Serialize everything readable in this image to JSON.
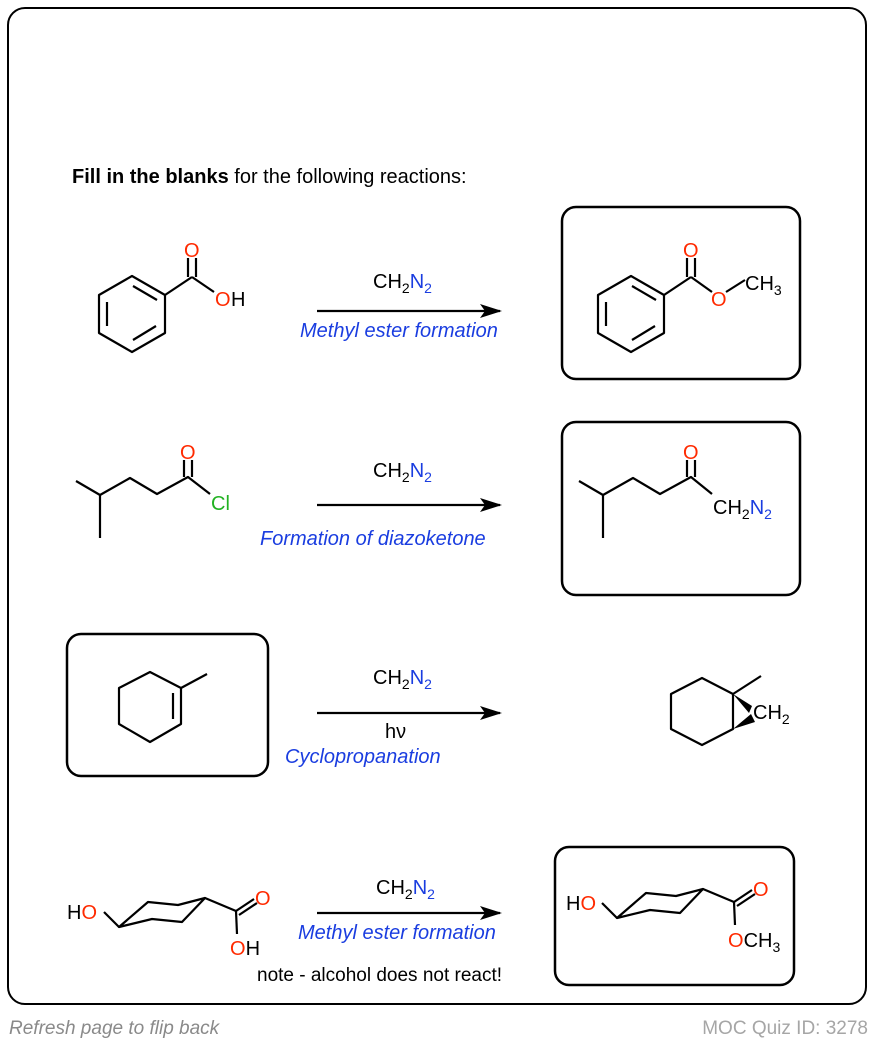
{
  "title": {
    "bold": "Fill in the blanks",
    "rest": " for the following reactions:"
  },
  "colors": {
    "oxygen": "#ff2a00",
    "nitrogen": "#1a3de0",
    "chlorine": "#22b222",
    "description": "#1a3de0",
    "footer": "#8a8a8a"
  },
  "atoms": {
    "O": "O",
    "H": "H",
    "OH": "H",
    "HO_H": "H",
    "C": "C",
    "N": "N",
    "Cl": "Cl",
    "sub2": "2",
    "sub3": "3",
    "CH": "CH"
  },
  "reactions": [
    {
      "reagent": "CH2N2",
      "condition": "",
      "description": "Methyl ester formation"
    },
    {
      "reagent": "CH2N2",
      "condition": "",
      "description": "Formation of diazoketone"
    },
    {
      "reagent": "CH2N2",
      "condition": "hν",
      "description": "Cyclopropanation"
    },
    {
      "reagent": "CH2N2",
      "condition": "",
      "description": "Methyl ester formation",
      "note": "note - alcohol does not react!"
    }
  ],
  "footer": {
    "left": "Refresh page to flip back",
    "right": "MOC Quiz ID: 3278"
  }
}
